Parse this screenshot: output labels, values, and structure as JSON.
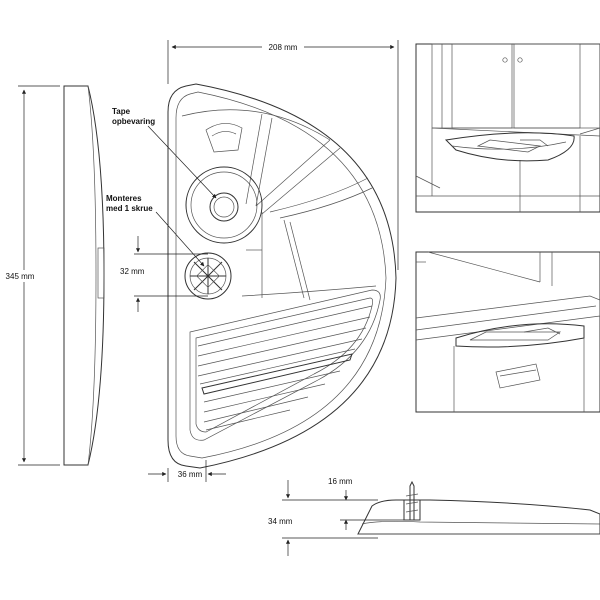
{
  "dimensions": {
    "width": "208 mm",
    "height": "345 mm",
    "edge": "36 mm",
    "mount_spacing": "32 mm",
    "screw_height": "16 mm",
    "total_height": "34 mm"
  },
  "callouts": {
    "tape_line1": "Tape",
    "tape_line2": "opbevaring",
    "mount_line1": "Monteres",
    "mount_line2": "med 1 skrue"
  }
}
